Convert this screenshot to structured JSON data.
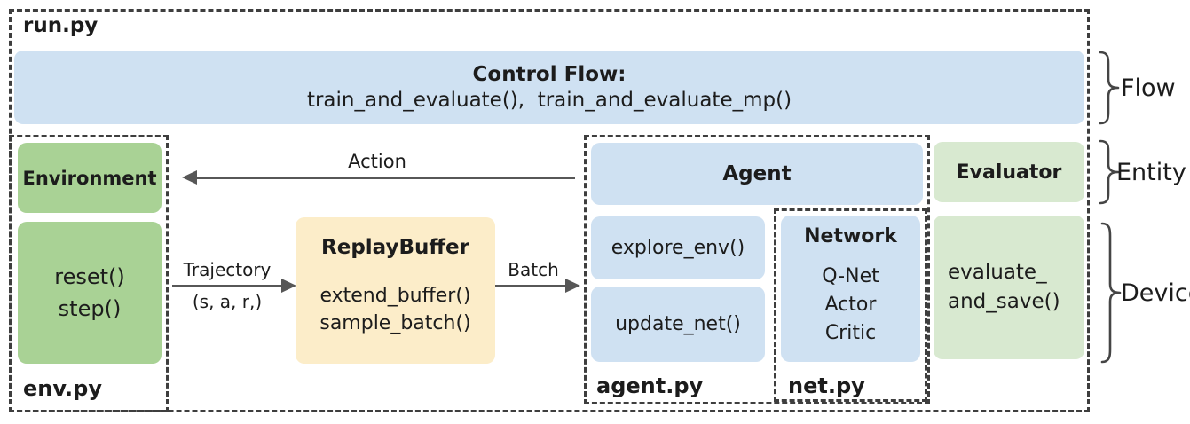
{
  "colors": {
    "box_blue": "#cfe1f2",
    "box_green": "#a9d295",
    "box_light_green": "#d8e9d0",
    "box_cream": "#fcedc9",
    "dashed_border": "#3e3e3e",
    "arrow": "#575757",
    "text": "#1c1c1c"
  },
  "modules": {
    "run": {
      "label": "run.py"
    },
    "env": {
      "label": "env.py"
    },
    "agent": {
      "label": "agent.py"
    },
    "net": {
      "label": "net.py"
    }
  },
  "control_flow": {
    "title": "Control Flow:",
    "functions": "train_and_evaluate(),  train_and_evaluate_mp()"
  },
  "environment": {
    "title": "Environment",
    "methods": "reset()\nstep()"
  },
  "replay_buffer": {
    "title": "ReplayBuffer",
    "methods": "extend_buffer()\nsample_batch()"
  },
  "agent": {
    "title": "Agent",
    "explore_method": "explore_env()",
    "update_method": "update_net()"
  },
  "network": {
    "title": "Network",
    "items": "Q-Net\nActor\nCritic"
  },
  "evaluator": {
    "title": "Evaluator",
    "method": "evaluate_\nand_save()"
  },
  "arrows": {
    "action": "Action",
    "trajectory": "Trajectory",
    "trajectory_tuple": "(s, a, r,)",
    "batch": "Batch"
  },
  "side_labels": {
    "flow": "Flow",
    "entity": "Entity",
    "device": "Device"
  }
}
